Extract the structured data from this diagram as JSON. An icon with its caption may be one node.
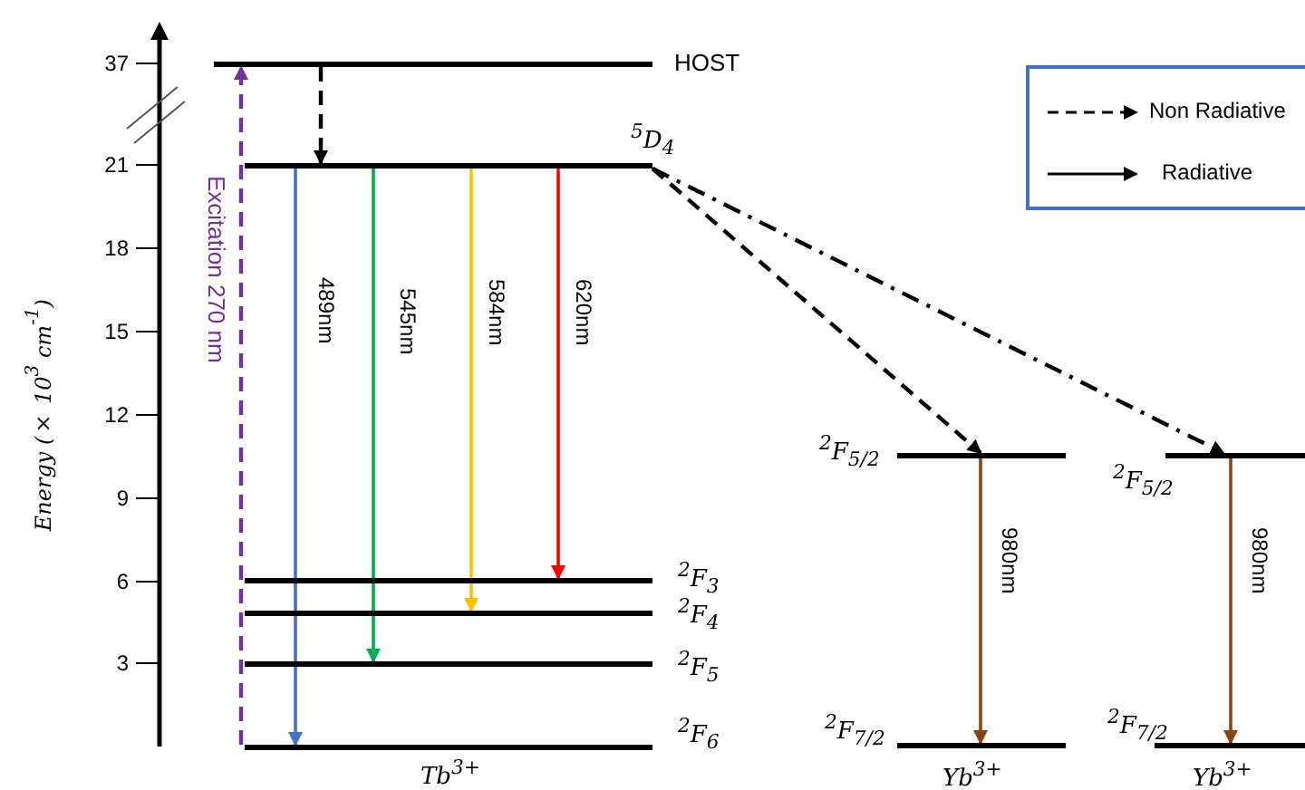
{
  "diagram": {
    "nodes": [
      {
        "text": [],
        "shape": "bar",
        "beside": [
          "HOST"
        ]
      },
      {
        "text": [],
        "shape": "bar",
        "beside": [
          "$^{5}$D$_{4}$"
        ]
      },
      {
        "text": [],
        "shape": "bar",
        "beside": [
          "$^{2}$F$_{3}$"
        ]
      },
      {
        "text": [],
        "shape": "bar",
        "beside": [
          "$^{2}$F$_{4}$"
        ]
      },
      {
        "text": [],
        "shape": "bar",
        "beside": [
          "$^{2}$F$_{5}$"
        ]
      },
      {
        "text": [],
        "shape": "bar",
        "beside": [
          "$^{2}$F$_{6}$"
        ]
      },
      {
        "text": [],
        "shape": "bar",
        "beside": [
          "$^{2}$F$_{5/2}$"
        ]
      },
      {
        "text": [],
        "shape": "bar",
        "beside": [
          "$^{2}$F$_{7/2}$"
        ]
      },
      {
        "text": [],
        "shape": "bar",
        "beside": [
          "$^{2}$F$_{5/2}$"
        ]
      },
      {
        "text": [],
        "shape": "bar",
        "beside": [
          "$^{2}$F$_{7/2}$"
        ]
      }
    ],
    "edges": [
      {
        "from": 5,
        "to": 0,
        "arrow": "to",
        "label": "Excitation 270 nm",
        "style": "dashed",
        "color": "#7030a0"
      },
      {
        "from": 0,
        "to": 1,
        "arrow": "to",
        "style": "dashed"
      },
      {
        "from": 1,
        "to": 5,
        "arrow": "to",
        "label": "489nm",
        "color": "#4472c4"
      },
      {
        "from": 1,
        "to": 4,
        "arrow": "to",
        "label": "545nm",
        "color": "#00b050"
      },
      {
        "from": 1,
        "to": 3,
        "arrow": "to",
        "label": "584nm",
        "color": "#ffc000"
      },
      {
        "from": 1,
        "to": 2,
        "arrow": "to",
        "label": "620nm",
        "color": "#ff0000"
      },
      {
        "from": 1,
        "to": 6,
        "arrow": "to",
        "style": "dashed"
      },
      {
        "from": 1,
        "to": 8,
        "arrow": "to",
        "style": "dashed"
      },
      {
        "from": 6,
        "to": 7,
        "arrow": "to",
        "label": "980nm",
        "color": "#8b4513"
      },
      {
        "from": 8,
        "to": 9,
        "arrow": "to",
        "label": "980nm",
        "color": "#8b4513"
      }
    ],
    "labels": [
      "37",
      "21",
      "18",
      "15",
      "12",
      "9",
      "6",
      "3",
      "Energy (× 10$^{3}$ cm$^{-1}$)",
      "Tb$^{3+}$",
      "Yb$^{3+}$",
      "Yb$^{3+}$"
    ],
    "legend": [
      {
        "text": "Non Radiative"
      },
      {
        "text": "Radiative"
      }
    ]
  }
}
